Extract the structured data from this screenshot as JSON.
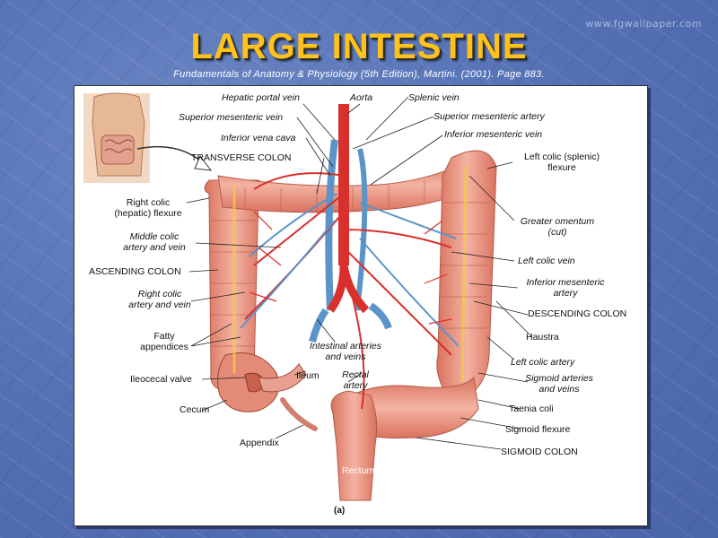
{
  "watermark": "www.fgwallpaper.com",
  "slide": {
    "title": "LARGE INTESTINE",
    "citation": "Fundamentals of Anatomy & Physiology (5th Edition), Martini. (2001). Page 883."
  },
  "figure": {
    "panel_label": "(a)",
    "labels": {
      "hepatic_portal_vein": "Hepatic portal vein",
      "aorta": "Aorta",
      "splenic_vein": "Splenic vein",
      "superior_mesenteric_vein": "Superior mesenteric vein",
      "superior_mesenteric_artery": "Superior mesenteric artery",
      "inferior_vena_cava": "Inferior vena cava",
      "inferior_mesenteric_vein": "Inferior mesenteric vein",
      "transverse_colon": "TRANSVERSE COLON",
      "left_colic_flexure": "Left colic (splenic)\nflexure",
      "right_colic_flexure": "Right colic\n(hepatic) flexure",
      "greater_omentum": "Greater omentum\n(cut)",
      "middle_colic": "Middle colic\nartery and vein",
      "left_colic_vein": "Left colic vein",
      "ascending_colon": "ASCENDING COLON",
      "inferior_mesenteric_artery": "Inferior mesenteric\nartery",
      "right_colic": "Right colic\nartery and vein",
      "descending_colon": "DESCENDING COLON",
      "fatty_appendices": "Fatty\nappendices",
      "haustra": "Haustra",
      "intestinal_arteries": "Intestinal arteries\nand veins",
      "left_colic_artery": "Left colic artery",
      "ileum": "Ileum",
      "ileocecal_valve": "Ileocecal valve",
      "rectal_artery": "Rectal\nartery",
      "sigmoid_arteries": "Sigmoid arteries\nand veins",
      "taenia_coli": "Taenia coli",
      "cecum": "Cecum",
      "sigmoid_flexure": "Sigmoid flexure",
      "appendix": "Appendix",
      "sigmoid_colon": "SIGMOID COLON",
      "rectum": "Rectum"
    }
  },
  "colors": {
    "title": "#ffc21a",
    "background": "#5673b6",
    "colon": "#e8927f",
    "artery": "#d8302c",
    "vein": "#5b94c8",
    "fat": "#f2c94c"
  }
}
